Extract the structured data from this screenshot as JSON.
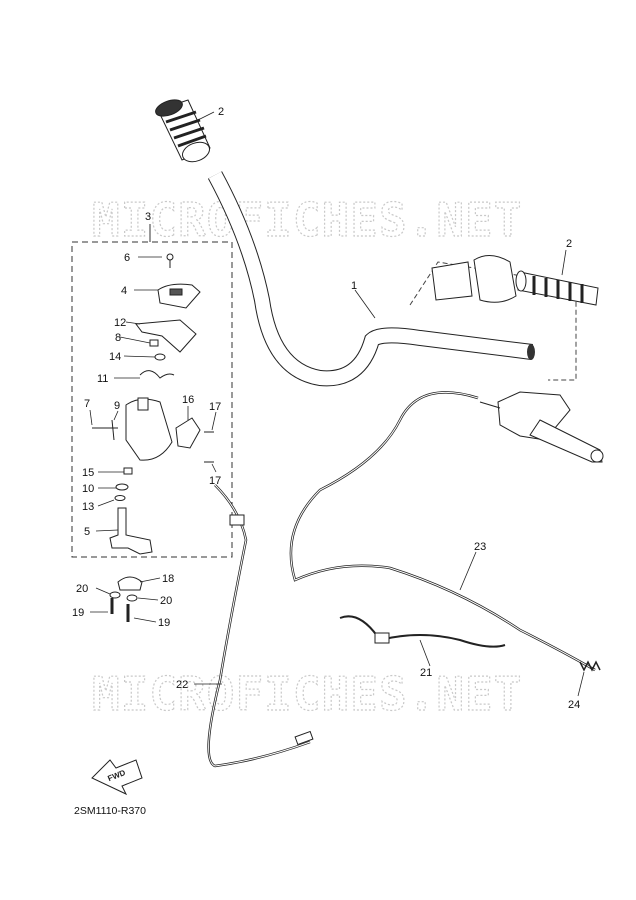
{
  "watermark": "MICROFICHES.NET",
  "diagram_code": "2SM1110-R370",
  "fwd_label": "FWD",
  "callouts": {
    "c1": "1",
    "c2a": "2",
    "c2b": "2",
    "c3": "3",
    "c4": "4",
    "c5": "5",
    "c6": "6",
    "c7": "7",
    "c8": "8",
    "c9": "9",
    "c10": "10",
    "c11": "11",
    "c12": "12",
    "c13": "13",
    "c14": "14",
    "c15": "15",
    "c16": "16",
    "c17a": "17",
    "c17b": "17",
    "c18": "18",
    "c19a": "19",
    "c19b": "19",
    "c20a": "20",
    "c20b": "20",
    "c21": "21",
    "c22": "22",
    "c23": "23",
    "c24": "24"
  }
}
